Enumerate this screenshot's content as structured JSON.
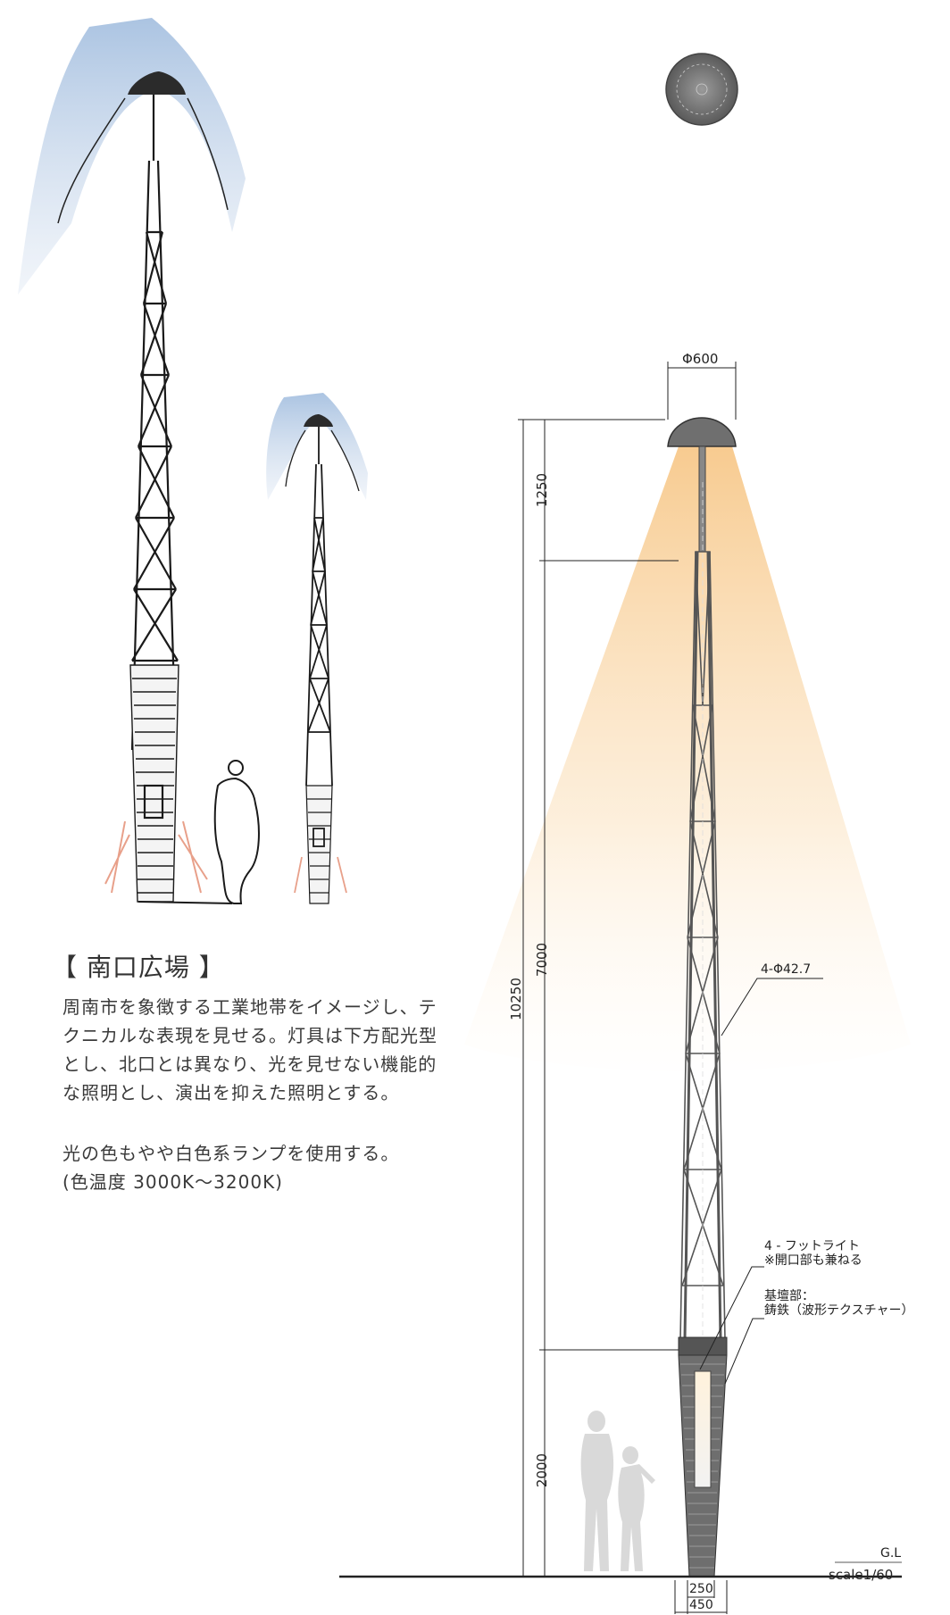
{
  "section": {
    "title": "【 南口広場 】",
    "description_lines": [
      "周南市を象徴する工業地帯をイメージし、テ",
      "クニカルな表現を見せる。灯具は下方配光型",
      "とし、北口とは異なり、光を見せない機能的",
      "な照明とし、演出を抑えた照明とする。"
    ],
    "lamp_lines": [
      "光の色もやや白色系ランプを使用する。",
      "(色温度 3000K〜3200K)"
    ]
  },
  "drawing": {
    "dimensions": {
      "lamp_diameter": "Φ600",
      "total_height": "10250",
      "top_section": "1250",
      "middle_section": "7000",
      "base_section": "2000",
      "base_width_top": "250",
      "base_width_bottom": "450"
    },
    "notes": {
      "pipe": "4-Φ42.7",
      "footlight_line1": "4 - フットライト",
      "footlight_line2": "※開口部も兼ねる",
      "base_line1": "基壇部：",
      "base_line2": "鋳鉄（波形テクスチャー）"
    },
    "ground_label": "G.L",
    "scale": "scale1/60"
  },
  "colors": {
    "sky_sketch": "#a9c0dc",
    "light_cone": "#f7c88a",
    "pole_fill": "#9a9a9a",
    "base_fill": "#6e6e6e",
    "silhouette": "#d9d9d9",
    "footlight_glow": "#e88a6a"
  }
}
